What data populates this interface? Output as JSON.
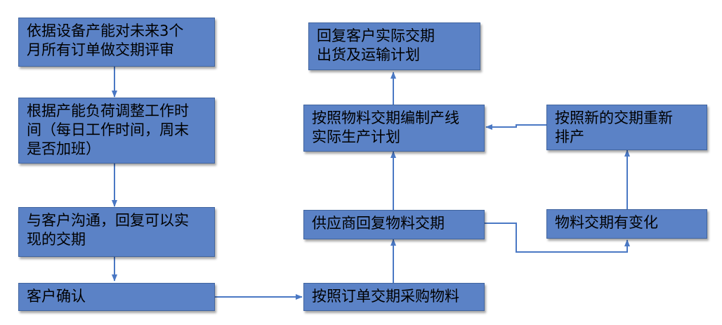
{
  "colors": {
    "box_fill": "#5b82c6",
    "box_border": "#41659f",
    "connector": "#4a78c4",
    "text": "#000000"
  },
  "nodes": {
    "review": "依据设备产能对未来3个\n月所有订单做交期评审",
    "adjust_hours": "根据产能负荷调整工作时\n间（每日工作时间，周末\n是否加班）",
    "communicate": "与客户沟通，回复可以实\n现的交期",
    "confirm": "客户确认",
    "purchase": "按照订单交期采购物料",
    "supplier_reply": "供应商回复物料交期",
    "production_plan": "按照物料交期编制产线\n实际生产计划",
    "reply_customer": "回复客户实际交期\n出货及运输计划",
    "material_change": "物料交期有变化",
    "reschedule": "按照新的交期重新\n排产"
  }
}
